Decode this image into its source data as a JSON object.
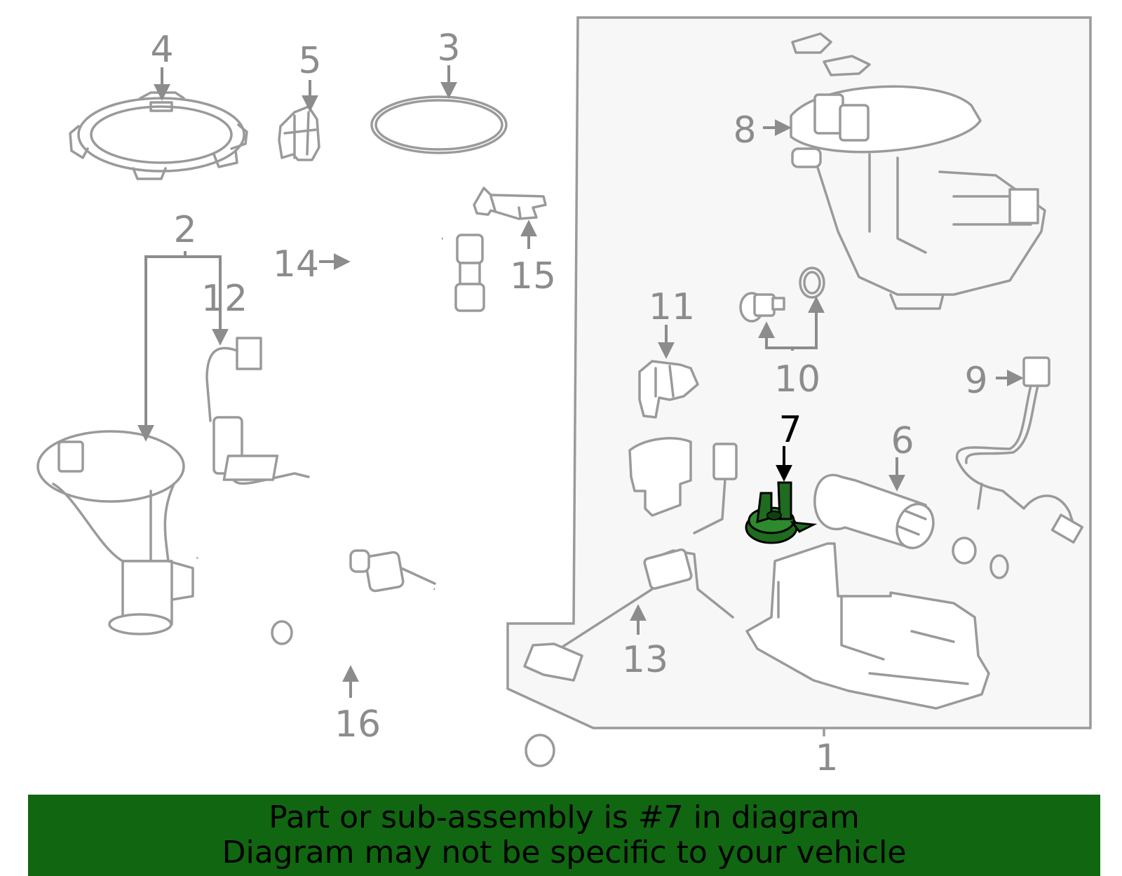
{
  "callouts": {
    "c1": "1",
    "c2": "2",
    "c3": "3",
    "c4": "4",
    "c5": "5",
    "c6": "6",
    "c7": "7",
    "c8": "8",
    "c9": "9",
    "c10": "10",
    "c11": "11",
    "c12": "12",
    "c13": "13",
    "c14": "14",
    "c15": "15",
    "c16": "16"
  },
  "highlight": {
    "part": "7",
    "color": "#1f6b1f"
  },
  "banner": {
    "line1": "Part or sub-assembly is #7 in diagram",
    "line2": "Diagram may not be specific to your vehicle",
    "background": "#116611"
  }
}
